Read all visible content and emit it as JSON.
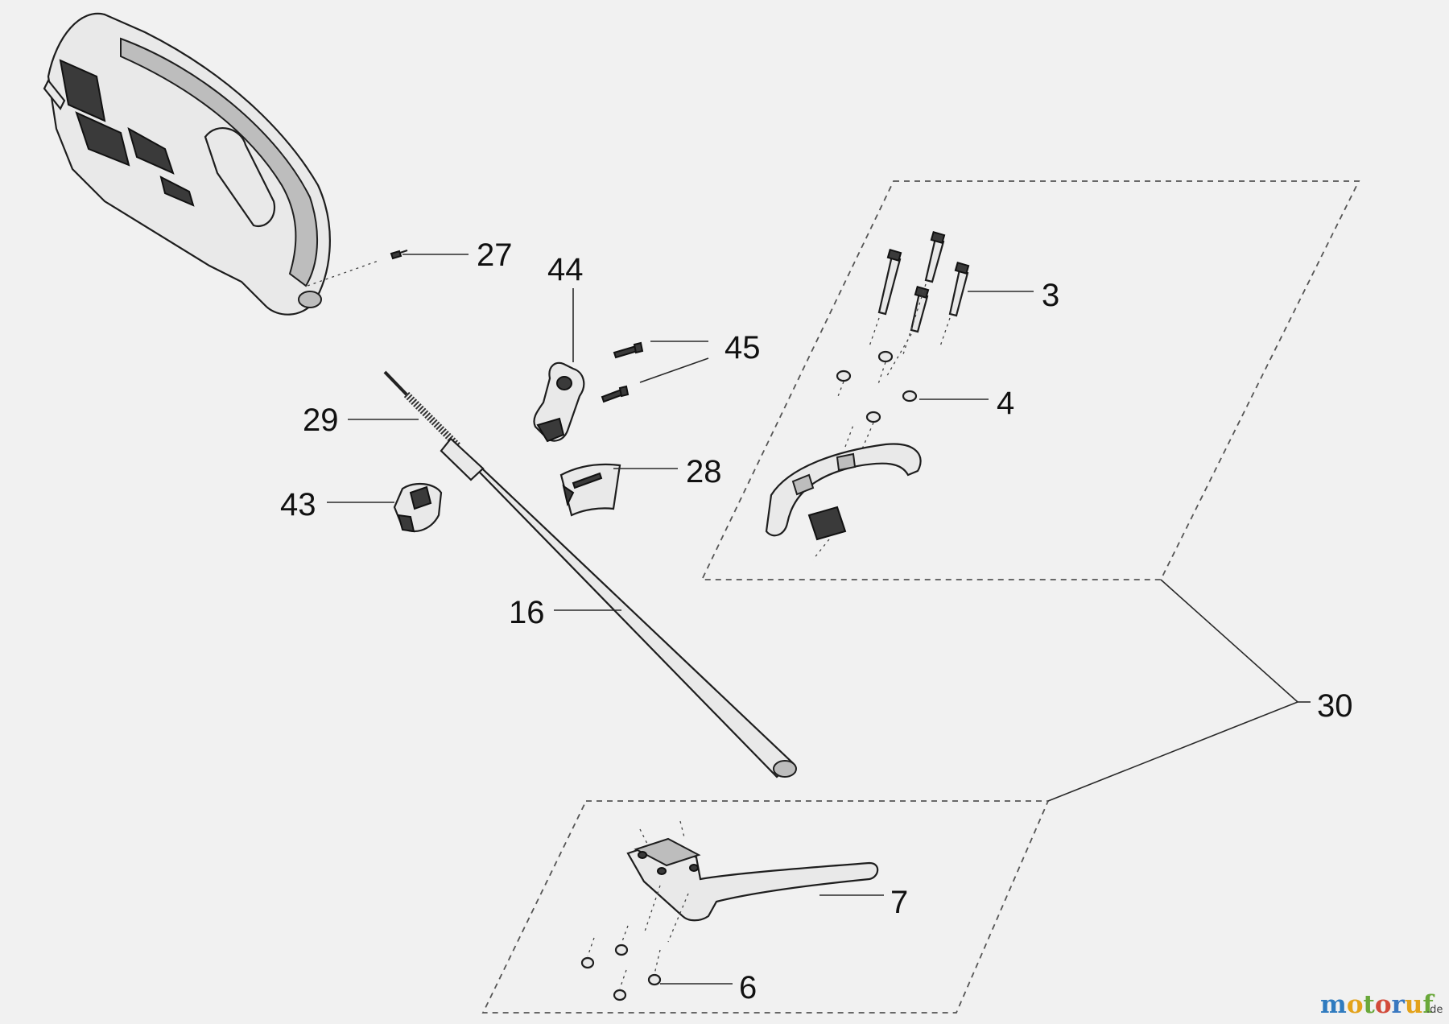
{
  "labels": {
    "n27": "27",
    "n44": "44",
    "n45": "45",
    "n3": "3",
    "n4": "4",
    "n29": "29",
    "n28": "28",
    "n43": "43",
    "n16": "16",
    "n30": "30",
    "n7": "7",
    "n6": "6"
  },
  "watermark": {
    "brand_a": "moto",
    "brand_b": "ruf",
    "tld": ".de",
    "colors": {
      "m": "#2f7bbf",
      "o1": "#e3a21a",
      "t": "#6aa83a",
      "o2": "#d24a3a",
      "r": "#3a78c0",
      "u": "#e3a21a",
      "f": "#6aa83a"
    }
  }
}
